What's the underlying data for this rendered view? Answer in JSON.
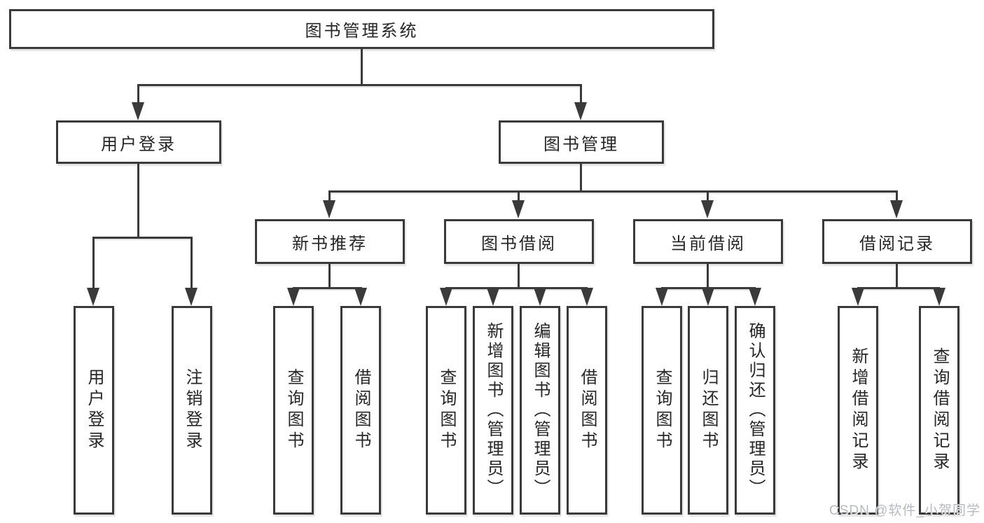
{
  "tree": {
    "root": "图书管理系统",
    "level2": [
      "用户登录",
      "图书管理"
    ],
    "level3": [
      "新书推荐",
      "图书借阅",
      "当前借阅",
      "借阅记录"
    ],
    "leaves": [
      "用户登录",
      "注销登录",
      "查询图书",
      "借阅图书",
      "查询图书",
      "新增图书（管理员）",
      "编辑图书（管理员）",
      "借阅图书",
      "查询图书",
      "归还图书",
      "确认归还（管理员）",
      "新增借阅记录",
      "查询借阅记录"
    ]
  },
  "watermark": "CSDN @软件_小贺同学",
  "colors": {
    "line": "#3a3a3a",
    "text": "#262626",
    "watermark": "#b6bac1",
    "background": "#ffffff"
  }
}
